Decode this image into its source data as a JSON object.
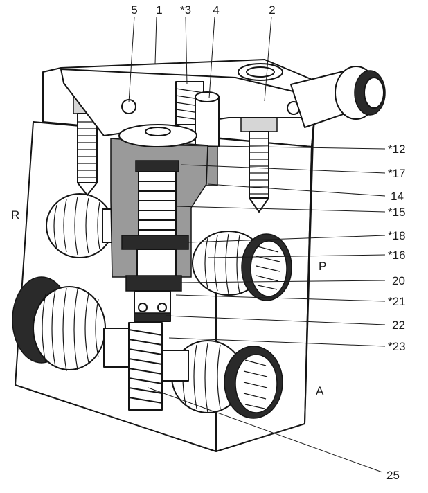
{
  "figure": {
    "callouts_top": [
      "5",
      "1",
      "*3",
      "4",
      "2"
    ],
    "callouts_right": [
      "*12",
      "*17",
      "14",
      "*15",
      "*18",
      "*16",
      "20",
      "*21",
      "22",
      "*23"
    ],
    "callout_bottom": "25",
    "port_labels": {
      "r": "R",
      "p": "P",
      "a": "A"
    }
  }
}
